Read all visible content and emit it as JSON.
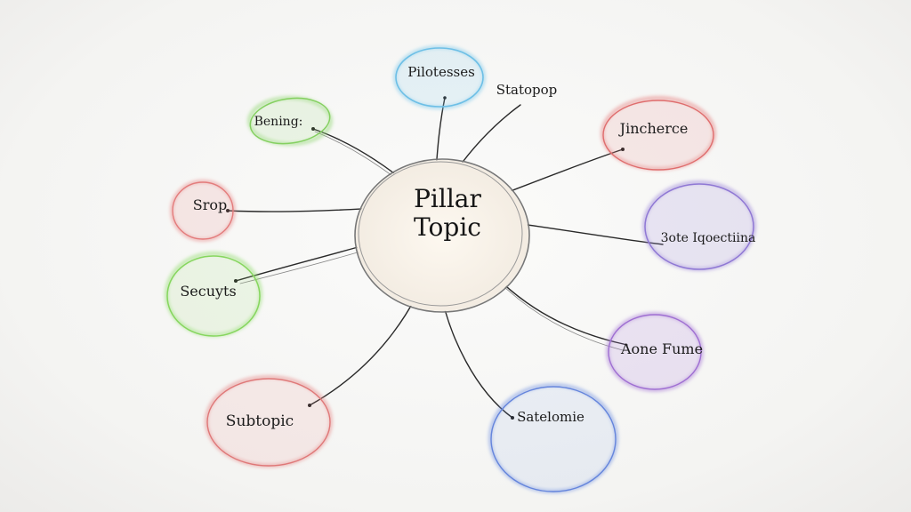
{
  "center": {
    "line1": "Pillar",
    "line2": "Topic"
  },
  "nodes": [
    {
      "id": "top",
      "label": "Pilotesses",
      "color": "#7cc8ea"
    },
    {
      "id": "top-right",
      "label": "Statopop",
      "color": ""
    },
    {
      "id": "upper-left",
      "label": "Bening:",
      "color": "#8fd670"
    },
    {
      "id": "right-upper",
      "label": "Jincherce",
      "color": "#e57b7b"
    },
    {
      "id": "left",
      "label": "Srop",
      "color": "#e98a8a"
    },
    {
      "id": "right",
      "label": "3ote Iqoectiina",
      "color": "#9b85d9"
    },
    {
      "id": "lower-left",
      "label": "Secuyts",
      "color": "#8fdc6a"
    },
    {
      "id": "right-lower",
      "label": "Aone Fume",
      "color": "#a87ad6"
    },
    {
      "id": "bottom-left",
      "label": "Subtopic",
      "color": "#e58585"
    },
    {
      "id": "bottom-right",
      "label": "Satelomie",
      "color": "#6f8fe0"
    }
  ]
}
